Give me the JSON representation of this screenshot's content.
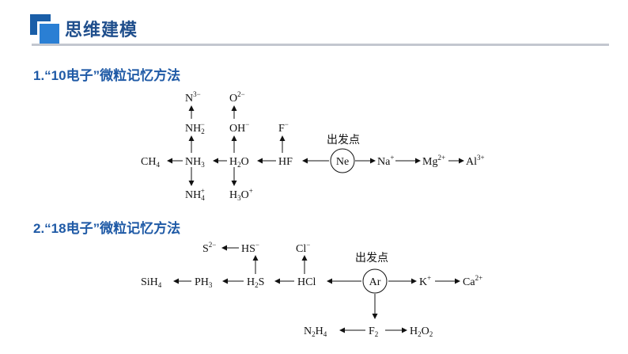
{
  "header": {
    "title": "思维建模"
  },
  "section1": {
    "title": "1.“10电子”微粒记忆方法"
  },
  "section2": {
    "title": "2.“18电子”微粒记忆方法"
  },
  "diagram10": {
    "start_label": "出发点",
    "center": "Ne",
    "ch4": "CH",
    "ch4_sub": "4",
    "nh3": "NH",
    "nh3_sub": "3",
    "h2o_h": "H",
    "h2o_sub": "2",
    "h2o_o": "O",
    "hf": "HF",
    "na": "Na",
    "na_sup": "+",
    "mg": "Mg",
    "mg_sup": "2+",
    "al": "Al",
    "al_sup": "3+",
    "n3": "N",
    "n3_sup": "3−",
    "nh2": "NH",
    "nh2_sub": "2",
    "nh2_sup": "−",
    "nh4": "NH",
    "nh4_sub": "4",
    "nh4_sup": "+",
    "o2": "O",
    "o2_sup": "2−",
    "oh": "OH",
    "oh_sup": "−",
    "h3o_h": "H",
    "h3o_sub": "3",
    "h3o_o": "O",
    "h3o_sup": "+",
    "f": "F",
    "f_sup": "−"
  },
  "diagram18": {
    "start_label": "出发点",
    "center": "Ar",
    "sih4": "SiH",
    "sih4_sub": "4",
    "ph3": "PH",
    "ph3_sub": "3",
    "h2s_h": "H",
    "h2s_sub": "2",
    "h2s_s": "S",
    "hcl": "HCl",
    "k": "K",
    "k_sup": "+",
    "ca": "Ca",
    "ca_sup": "2+",
    "s2": "S",
    "s2_sup": "2−",
    "hs": "HS",
    "hs_sup": "−",
    "cl": "Cl",
    "cl_sup": "−",
    "n2h4_n": "N",
    "n2h4_sub1": "2",
    "n2h4_h": "H",
    "n2h4_sub2": "4",
    "f2": "F",
    "f2_sub": "2",
    "h2o2_h": "H",
    "h2o2_sub1": "2",
    "h2o2_o": "O",
    "h2o2_sub2": "2"
  }
}
